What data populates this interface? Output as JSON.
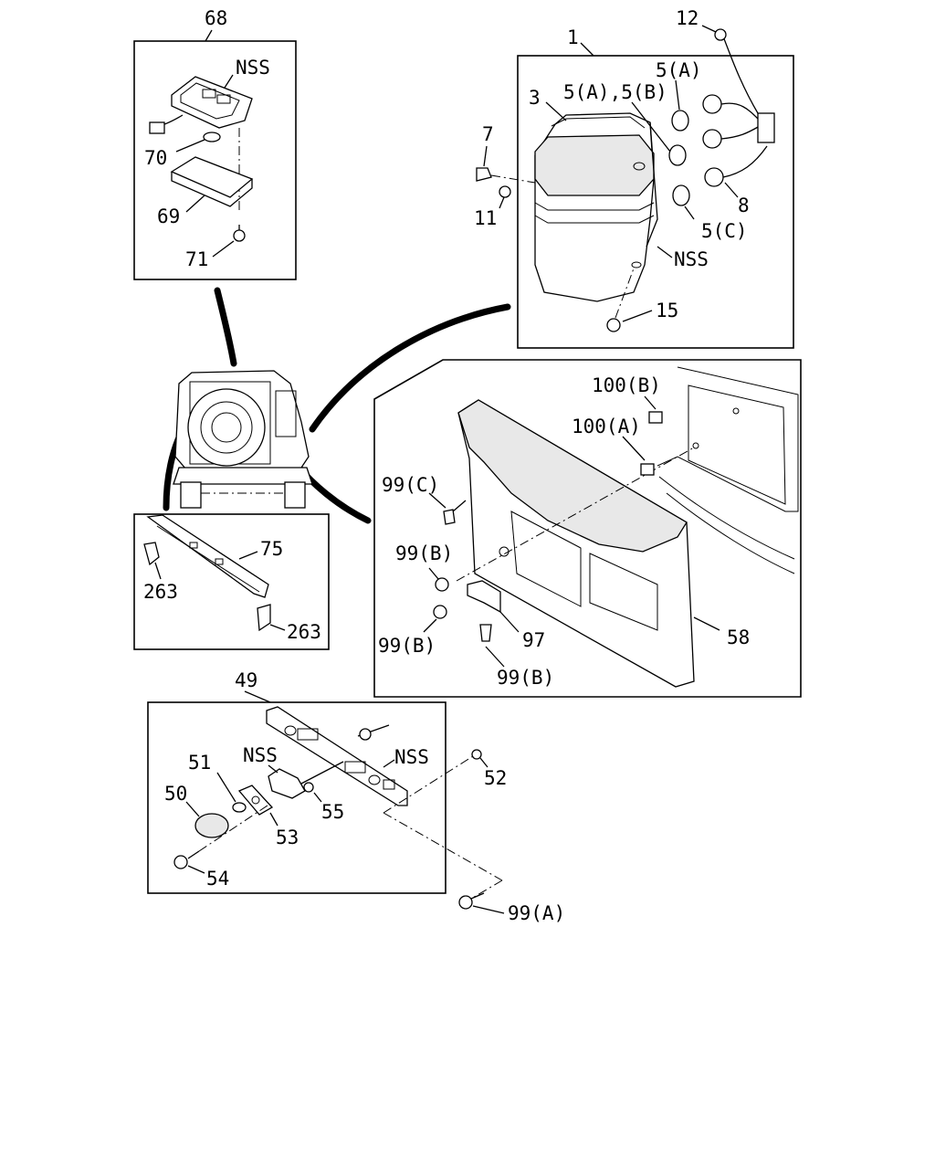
{
  "labels": {
    "p68": "68",
    "nss_68": "NSS",
    "p70": "70",
    "p69": "69",
    "p71": "71",
    "p1": "1",
    "p12": "12",
    "p5a_top": "5(A)",
    "p5ab": "5(A),5(B)",
    "p3": "3",
    "p7": "7",
    "p11": "11",
    "p8": "8",
    "p5c": "5(C)",
    "nss_1": "NSS",
    "p15": "15",
    "p100b": "100(B)",
    "p100a": "100(A)",
    "p99c": "99(C)",
    "p99b_1": "99(B)",
    "p99b_2": "99(B)",
    "p99b_3": "99(B)",
    "p97": "97",
    "p58": "58",
    "p75": "75",
    "p263_1": "263",
    "p263_2": "263",
    "p49": "49",
    "p51": "51",
    "nss_49a": "NSS",
    "nss_49b": "NSS",
    "p50": "50",
    "p52": "52",
    "p55": "55",
    "p53": "53",
    "p54": "54",
    "p99a": "99(A)"
  }
}
